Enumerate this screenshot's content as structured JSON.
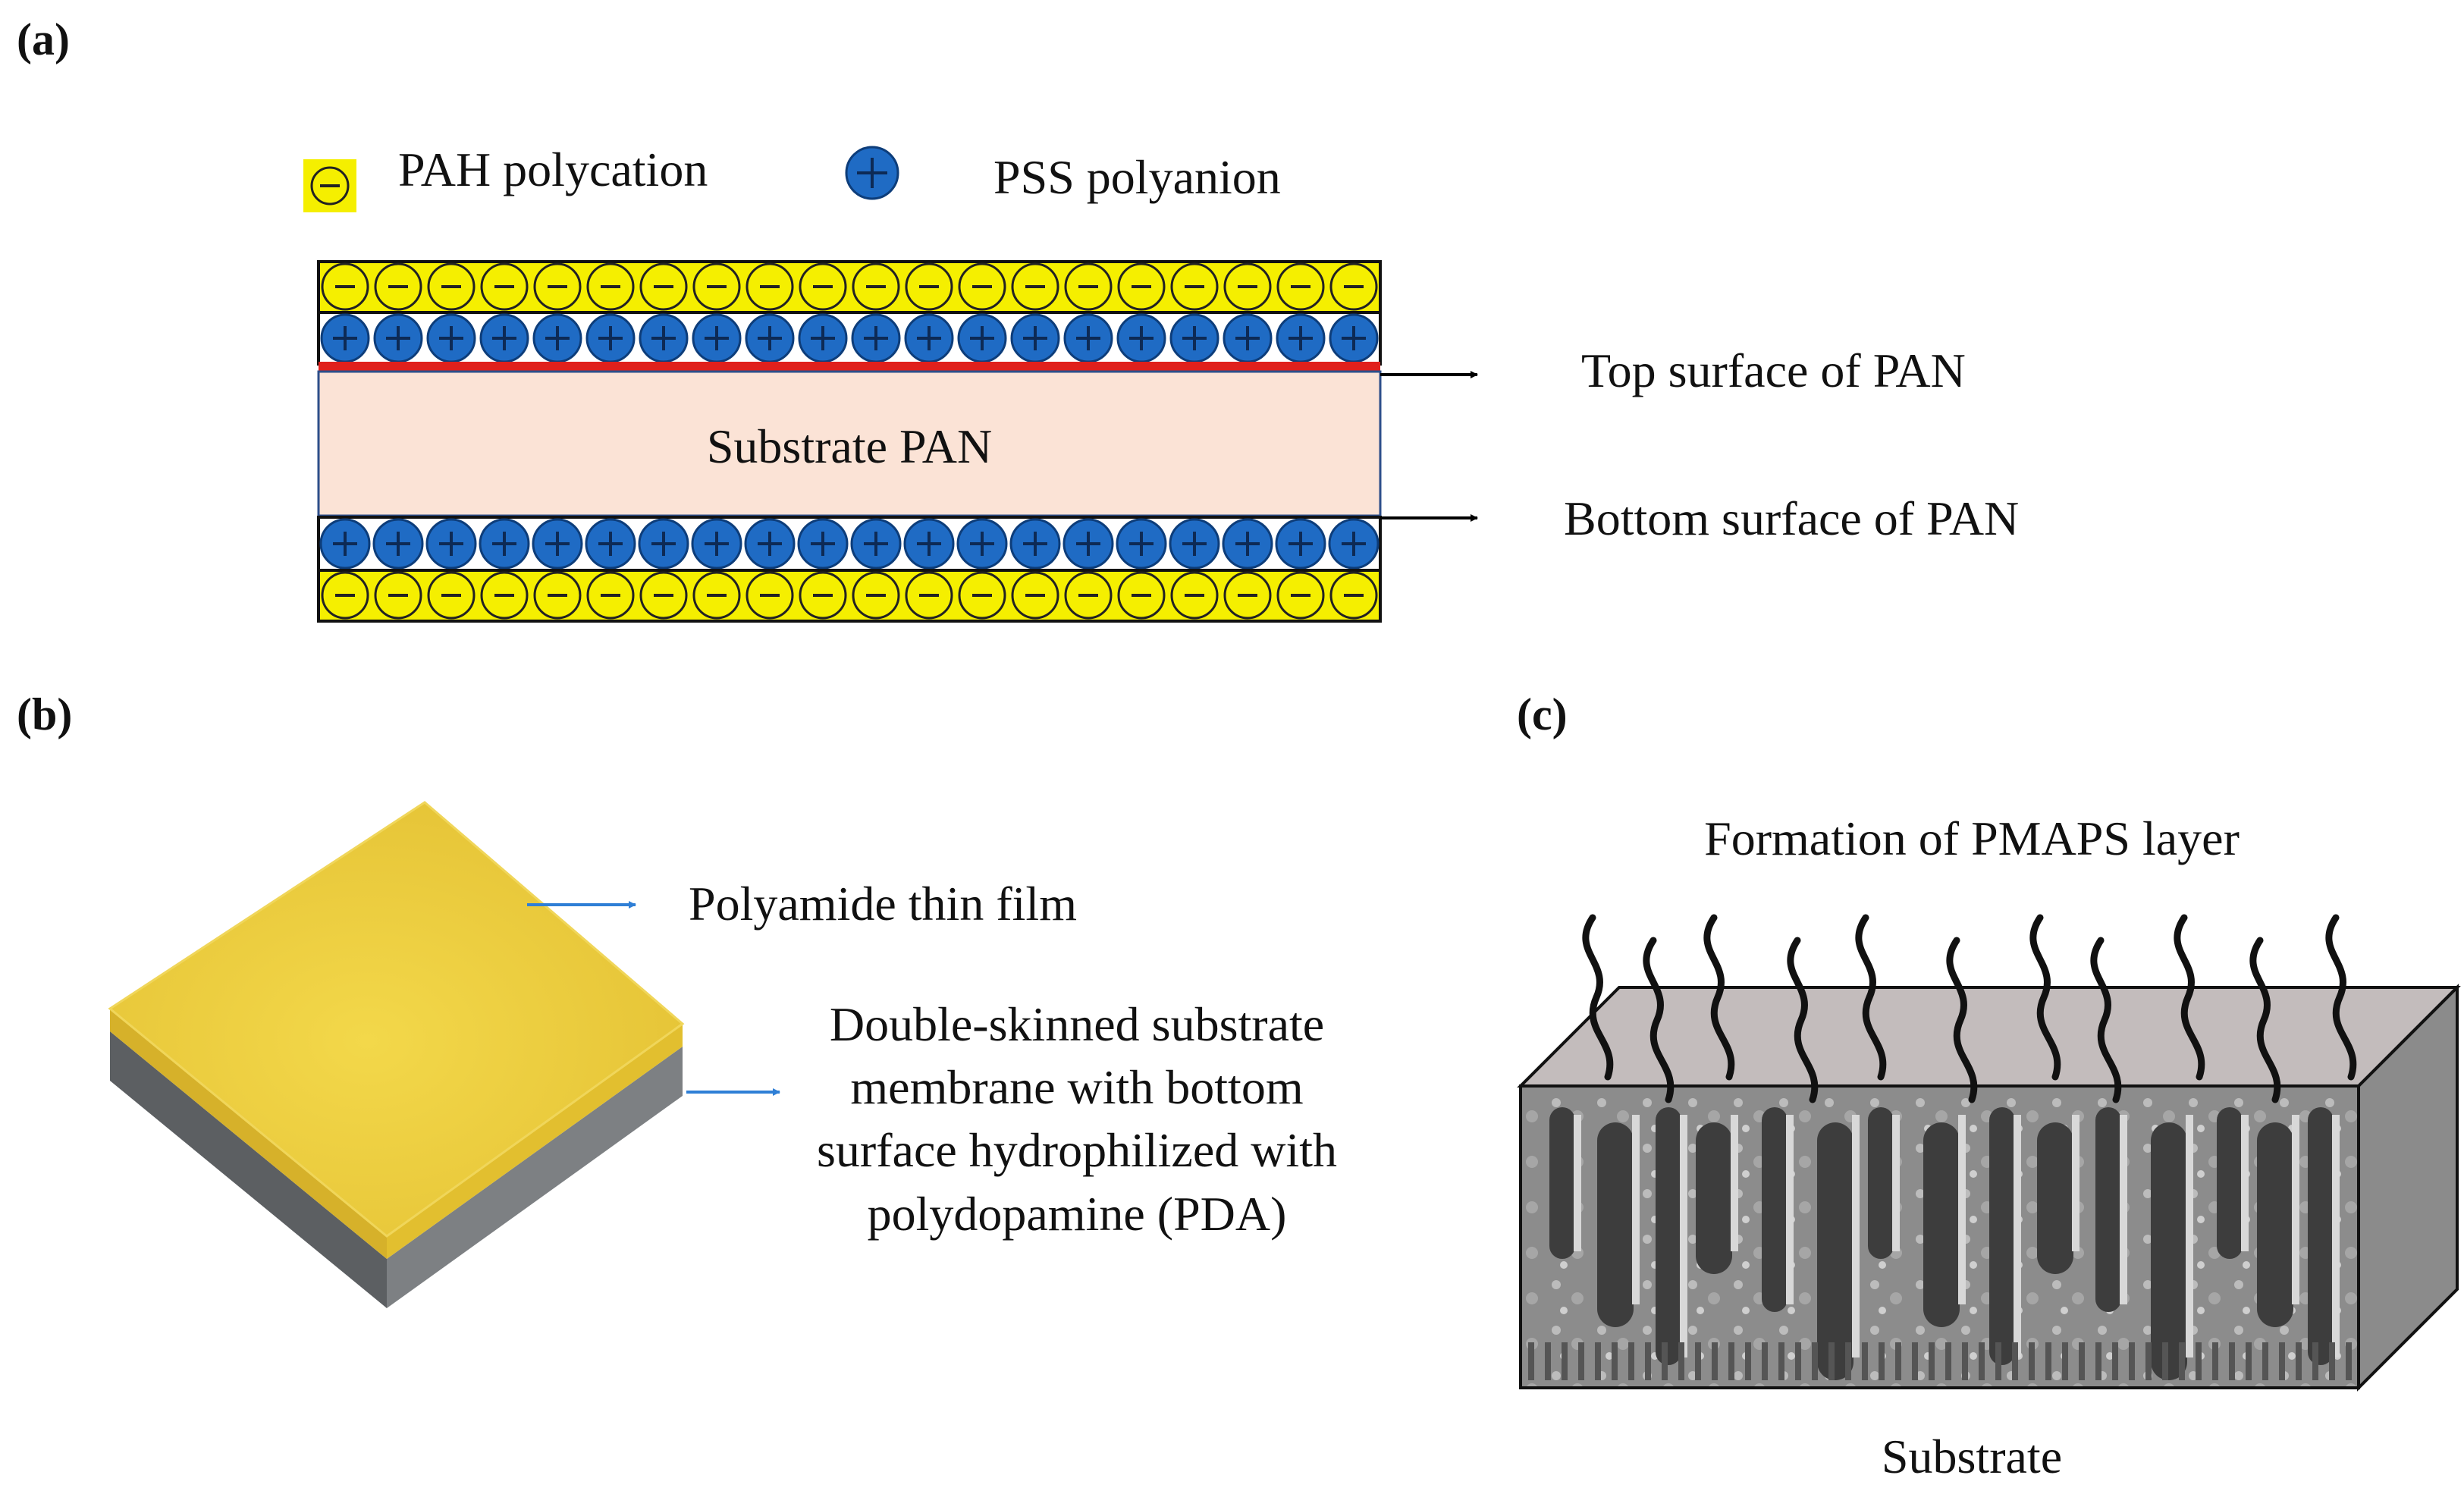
{
  "panel_a": {
    "label": "(a)",
    "legend": {
      "pah_label": "PAH polycation",
      "pss_label": "PSS polyanion"
    },
    "substrate_label": "Substrate PAN",
    "top_surface_label": "Top surface of PAN",
    "bottom_surface_label": "Bottom surface of PAN",
    "colors": {
      "pah": "#f5ef00",
      "pss": "#1f6bc4",
      "substrate": "#fbe3d6",
      "top_skin": "#e0201c"
    }
  },
  "panel_b": {
    "label": "(b)",
    "polyamide_label": "Polyamide thin film",
    "substrate_lines": [
      "Double-skinned substrate",
      "membrane with bottom",
      "surface hydrophilized with",
      "polydopamine (PDA)"
    ],
    "colors": {
      "film": "#e8c93a",
      "substrate": "#6e6e6e",
      "arrow": "#2f7fd6"
    }
  },
  "panel_c": {
    "label": "(c)",
    "title": "Formation of PMAPS layer",
    "substrate_label": "Substrate"
  }
}
